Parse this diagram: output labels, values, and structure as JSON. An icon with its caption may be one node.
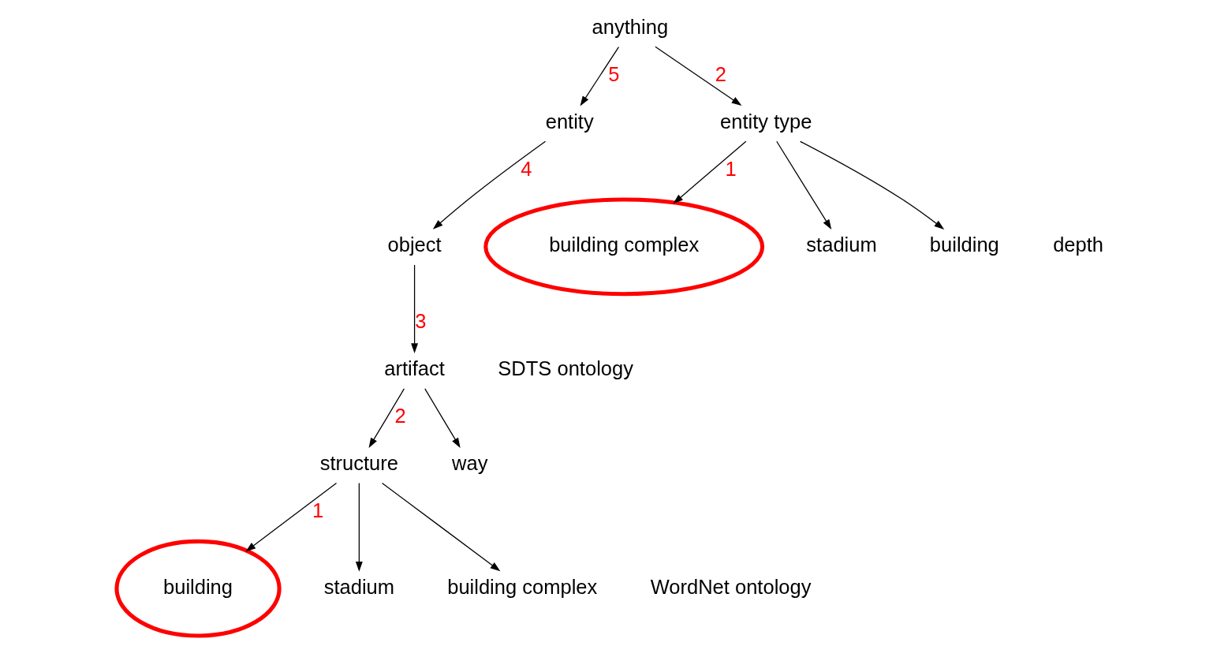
{
  "diagram": {
    "nodes": [
      {
        "text": [
          "anything"
        ]
      },
      {
        "text": [
          "entity"
        ]
      },
      {
        "text": [
          "object"
        ]
      },
      {
        "text": [
          "artifact"
        ]
      },
      {
        "text": [
          "structure"
        ]
      },
      {
        "text": [
          "way"
        ]
      },
      {
        "text": [
          "building"
        ]
      },
      {
        "text": [
          "stadium"
        ]
      },
      {
        "text": [
          "building complex"
        ]
      },
      {
        "text": [
          "entity type"
        ]
      },
      {
        "text": [
          "building complex"
        ]
      },
      {
        "text": [
          "stadium"
        ]
      },
      {
        "text": [
          "building"
        ]
      }
    ],
    "edges": [
      {
        "from": 0,
        "to": 1,
        "arrow": "to",
        "label": "5"
      },
      {
        "from": 0,
        "to": 9,
        "arrow": "to",
        "label": "2"
      },
      {
        "from": 1,
        "to": 2,
        "arrow": "to",
        "label": "4"
      },
      {
        "from": 2,
        "to": 3,
        "arrow": "to",
        "label": "3"
      },
      {
        "from": 3,
        "to": 4,
        "arrow": "to",
        "label": "2"
      },
      {
        "from": 3,
        "to": 5,
        "arrow": "to"
      },
      {
        "from": 4,
        "to": 6,
        "arrow": "to",
        "label": "1"
      },
      {
        "from": 4,
        "to": 7,
        "arrow": "to"
      },
      {
        "from": 4,
        "to": 8,
        "arrow": "to"
      },
      {
        "from": 9,
        "to": 10,
        "arrow": "to",
        "label": "1"
      },
      {
        "from": 9,
        "to": 11,
        "arrow": "to"
      },
      {
        "from": 9,
        "to": 12,
        "arrow": "to"
      }
    ],
    "labels": [
      "depth",
      "SDTS ontology",
      "WordNet ontology"
    ]
  }
}
